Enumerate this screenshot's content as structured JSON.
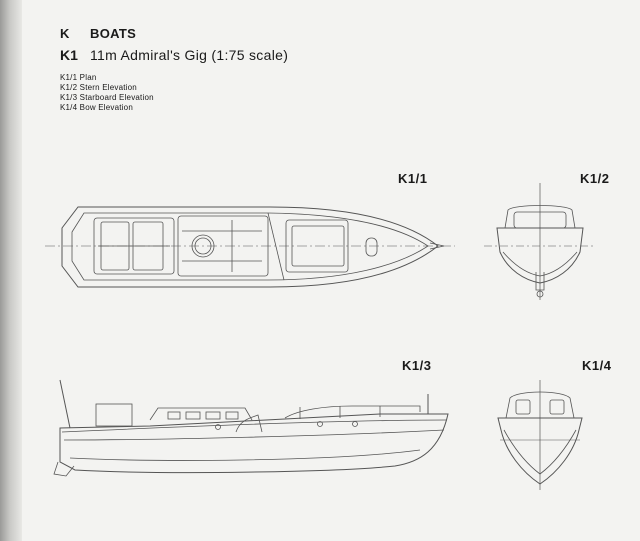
{
  "header": {
    "section_code": "K",
    "section_title": "BOATS",
    "subtitle_code": "K1",
    "subtitle": "11m Admiral's Gig (1:75 scale)",
    "contents": [
      "K1/1 Plan",
      "K1/2 Stern Elevation",
      "K1/3 Starboard Elevation",
      "K1/4 Bow Elevation"
    ]
  },
  "drawings": {
    "plan_label": "K1/1",
    "stern_label": "K1/2",
    "starboard_label": "K1/3",
    "bow_label": "K1/4"
  },
  "colors": {
    "paper": "#f3f3f1",
    "ink": "#1a1a1a",
    "line": "#555555"
  }
}
